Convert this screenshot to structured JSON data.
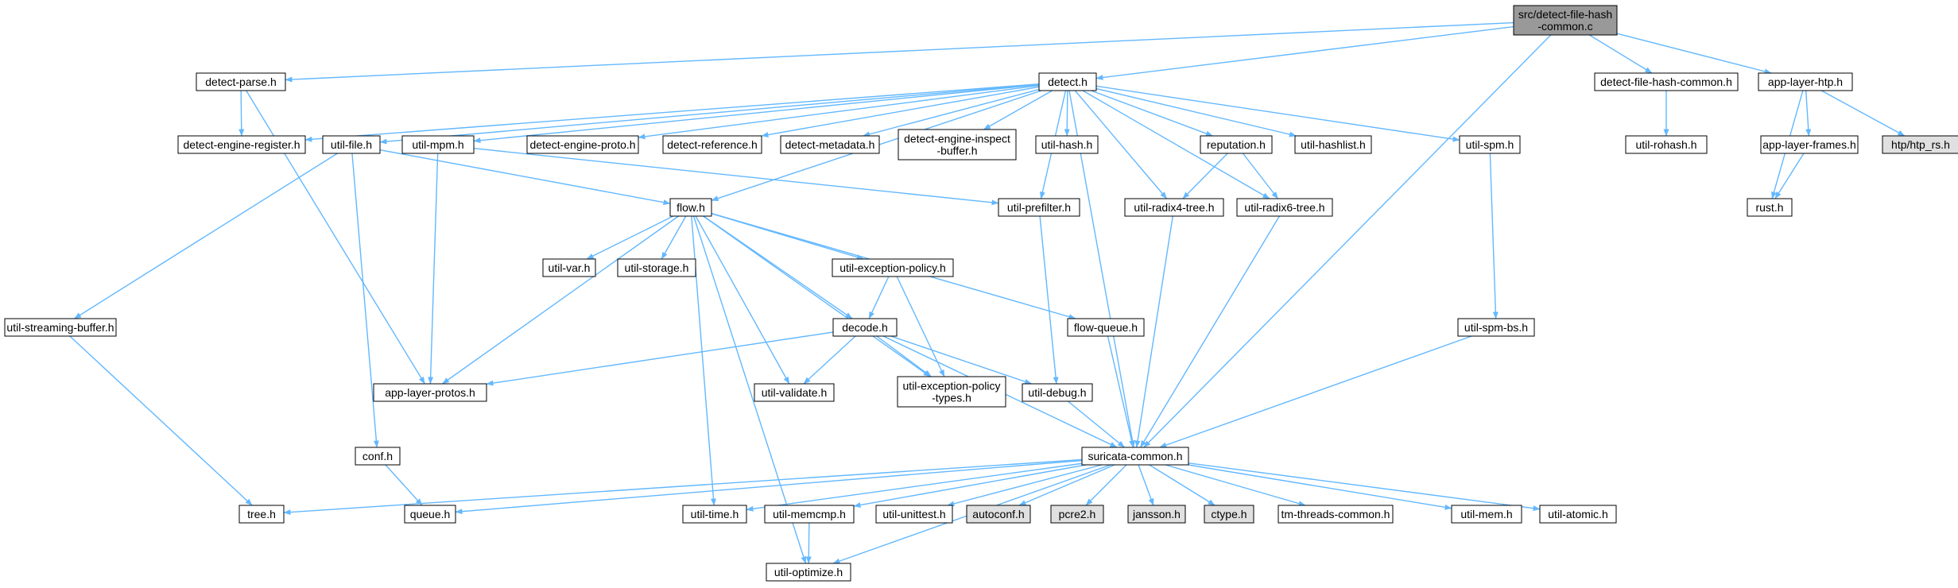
{
  "colors": {
    "edge": "#63b8ff",
    "node_fill": "#ffffff",
    "node_border": "#000000",
    "root_fill": "#999999",
    "external_fill": "#e0e0e0",
    "error_border": "#ff0000"
  },
  "nodes": [
    {
      "id": "root",
      "lines": [
        "src/detect-file-hash",
        "-common.c"
      ],
      "style": "root"
    },
    {
      "id": "detect-parse",
      "lines": [
        "detect-parse.h"
      ],
      "style": "normal"
    },
    {
      "id": "detect",
      "lines": [
        "detect.h"
      ],
      "style": "normal"
    },
    {
      "id": "dfhc",
      "lines": [
        "detect-file-hash-common.h"
      ],
      "style": "normal"
    },
    {
      "id": "alhtp",
      "lines": [
        "app-layer-htp.h"
      ],
      "style": "normal"
    },
    {
      "id": "der",
      "lines": [
        "detect-engine-register.h"
      ],
      "style": "normal"
    },
    {
      "id": "utilfile",
      "lines": [
        "util-file.h"
      ],
      "style": "normal"
    },
    {
      "id": "utilmpm",
      "lines": [
        "util-mpm.h"
      ],
      "style": "normal"
    },
    {
      "id": "dep",
      "lines": [
        "detect-engine-proto.h"
      ],
      "style": "normal"
    },
    {
      "id": "dref",
      "lines": [
        "detect-reference.h"
      ],
      "style": "normal"
    },
    {
      "id": "dmeta",
      "lines": [
        "detect-metadata.h"
      ],
      "style": "normal"
    },
    {
      "id": "deib",
      "lines": [
        "detect-engine-inspect",
        "-buffer.h"
      ],
      "style": "normal"
    },
    {
      "id": "utilhash",
      "lines": [
        "util-hash.h"
      ],
      "style": "normal"
    },
    {
      "id": "reputation",
      "lines": [
        "reputation.h"
      ],
      "style": "error"
    },
    {
      "id": "hashlist",
      "lines": [
        "util-hashlist.h"
      ],
      "style": "normal"
    },
    {
      "id": "utilspm",
      "lines": [
        "util-spm.h"
      ],
      "style": "normal"
    },
    {
      "id": "rohash",
      "lines": [
        "util-rohash.h"
      ],
      "style": "normal"
    },
    {
      "id": "alframes",
      "lines": [
        "app-layer-frames.h"
      ],
      "style": "normal"
    },
    {
      "id": "htprs",
      "lines": [
        "htp/htp_rs.h"
      ],
      "style": "external"
    },
    {
      "id": "rust",
      "lines": [
        "rust.h"
      ],
      "style": "error"
    },
    {
      "id": "flow",
      "lines": [
        "flow.h"
      ],
      "style": "normal"
    },
    {
      "id": "prefilter",
      "lines": [
        "util-prefilter.h"
      ],
      "style": "normal"
    },
    {
      "id": "radix4",
      "lines": [
        "util-radix4-tree.h"
      ],
      "style": "normal"
    },
    {
      "id": "radix6",
      "lines": [
        "util-radix6-tree.h"
      ],
      "style": "normal"
    },
    {
      "id": "utilvar",
      "lines": [
        "util-var.h"
      ],
      "style": "normal"
    },
    {
      "id": "storage",
      "lines": [
        "util-storage.h"
      ],
      "style": "normal"
    },
    {
      "id": "exc",
      "lines": [
        "util-exception-policy.h"
      ],
      "style": "normal"
    },
    {
      "id": "streaming",
      "lines": [
        "util-streaming-buffer.h"
      ],
      "style": "normal"
    },
    {
      "id": "decode",
      "lines": [
        "decode.h"
      ],
      "style": "error"
    },
    {
      "id": "flowqueue",
      "lines": [
        "flow-queue.h"
      ],
      "style": "normal"
    },
    {
      "id": "spmbs",
      "lines": [
        "util-spm-bs.h"
      ],
      "style": "normal"
    },
    {
      "id": "alprotos",
      "lines": [
        "app-layer-protos.h"
      ],
      "style": "normal"
    },
    {
      "id": "validate",
      "lines": [
        "util-validate.h"
      ],
      "style": "normal"
    },
    {
      "id": "exctypes",
      "lines": [
        "util-exception-policy",
        "-types.h"
      ],
      "style": "normal"
    },
    {
      "id": "debug",
      "lines": [
        "util-debug.h"
      ],
      "style": "error"
    },
    {
      "id": "conf",
      "lines": [
        "conf.h"
      ],
      "style": "normal"
    },
    {
      "id": "suricata",
      "lines": [
        "suricata-common.h"
      ],
      "style": "normal"
    },
    {
      "id": "tree",
      "lines": [
        "tree.h"
      ],
      "style": "normal"
    },
    {
      "id": "queue",
      "lines": [
        "queue.h"
      ],
      "style": "normal"
    },
    {
      "id": "utiltime",
      "lines": [
        "util-time.h"
      ],
      "style": "normal"
    },
    {
      "id": "memcmp",
      "lines": [
        "util-memcmp.h"
      ],
      "style": "normal"
    },
    {
      "id": "unittest",
      "lines": [
        "util-unittest.h"
      ],
      "style": "normal"
    },
    {
      "id": "autoconf",
      "lines": [
        "autoconf.h"
      ],
      "style": "external"
    },
    {
      "id": "pcre2",
      "lines": [
        "pcre2.h"
      ],
      "style": "external"
    },
    {
      "id": "jansson",
      "lines": [
        "jansson.h"
      ],
      "style": "external"
    },
    {
      "id": "ctype",
      "lines": [
        "ctype.h"
      ],
      "style": "external"
    },
    {
      "id": "tmthreads",
      "lines": [
        "tm-threads-common.h"
      ],
      "style": "normal"
    },
    {
      "id": "utilmem",
      "lines": [
        "util-mem.h"
      ],
      "style": "normal"
    },
    {
      "id": "atomic",
      "lines": [
        "util-atomic.h"
      ],
      "style": "normal"
    },
    {
      "id": "optimize",
      "lines": [
        "util-optimize.h"
      ],
      "style": "normal"
    }
  ],
  "edges": [
    [
      "root",
      "detect-parse"
    ],
    [
      "root",
      "detect"
    ],
    [
      "root",
      "dfhc"
    ],
    [
      "root",
      "alhtp"
    ],
    [
      "root",
      "suricata"
    ],
    [
      "detect-parse",
      "der"
    ],
    [
      "detect-parse",
      "alprotos"
    ],
    [
      "detect",
      "der"
    ],
    [
      "detect",
      "utilfile"
    ],
    [
      "detect",
      "utilmpm"
    ],
    [
      "detect",
      "dep"
    ],
    [
      "detect",
      "dref"
    ],
    [
      "detect",
      "dmeta"
    ],
    [
      "detect",
      "deib"
    ],
    [
      "detect",
      "utilhash"
    ],
    [
      "detect",
      "reputation"
    ],
    [
      "detect",
      "hashlist"
    ],
    [
      "detect",
      "utilspm"
    ],
    [
      "detect",
      "flow"
    ],
    [
      "detect",
      "prefilter"
    ],
    [
      "detect",
      "radix4"
    ],
    [
      "detect",
      "radix6"
    ],
    [
      "detect",
      "suricata"
    ],
    [
      "dfhc",
      "rohash"
    ],
    [
      "alhtp",
      "alframes"
    ],
    [
      "alhtp",
      "htprs"
    ],
    [
      "alhtp",
      "rust"
    ],
    [
      "alframes",
      "rust"
    ],
    [
      "utilfile",
      "flow"
    ],
    [
      "utilfile",
      "streaming"
    ],
    [
      "utilfile",
      "conf"
    ],
    [
      "utilmpm",
      "alprotos"
    ],
    [
      "utilmpm",
      "prefilter"
    ],
    [
      "reputation",
      "radix4"
    ],
    [
      "reputation",
      "radix6"
    ],
    [
      "utilspm",
      "spmbs"
    ],
    [
      "flow",
      "utilvar"
    ],
    [
      "flow",
      "storage"
    ],
    [
      "flow",
      "exc"
    ],
    [
      "flow",
      "decode"
    ],
    [
      "flow",
      "flowqueue"
    ],
    [
      "flow",
      "alprotos"
    ],
    [
      "flow",
      "validate"
    ],
    [
      "flow",
      "exctypes"
    ],
    [
      "flow",
      "utiltime"
    ],
    [
      "flow",
      "optimize"
    ],
    [
      "prefilter",
      "debug"
    ],
    [
      "radix4",
      "suricata"
    ],
    [
      "radix6",
      "suricata"
    ],
    [
      "exc",
      "decode"
    ],
    [
      "exc",
      "exctypes"
    ],
    [
      "streaming",
      "tree"
    ],
    [
      "decode",
      "alprotos"
    ],
    [
      "decode",
      "validate"
    ],
    [
      "decode",
      "exctypes"
    ],
    [
      "decode",
      "debug"
    ],
    [
      "decode",
      "suricata"
    ],
    [
      "flowqueue",
      "suricata"
    ],
    [
      "spmbs",
      "suricata"
    ],
    [
      "debug",
      "suricata"
    ],
    [
      "conf",
      "queue"
    ],
    [
      "suricata",
      "tree"
    ],
    [
      "suricata",
      "queue"
    ],
    [
      "suricata",
      "utiltime"
    ],
    [
      "suricata",
      "memcmp"
    ],
    [
      "suricata",
      "unittest"
    ],
    [
      "suricata",
      "autoconf"
    ],
    [
      "suricata",
      "pcre2"
    ],
    [
      "suricata",
      "jansson"
    ],
    [
      "suricata",
      "ctype"
    ],
    [
      "suricata",
      "tmthreads"
    ],
    [
      "suricata",
      "utilmem"
    ],
    [
      "suricata",
      "atomic"
    ],
    [
      "suricata",
      "optimize"
    ],
    [
      "memcmp",
      "optimize"
    ]
  ]
}
